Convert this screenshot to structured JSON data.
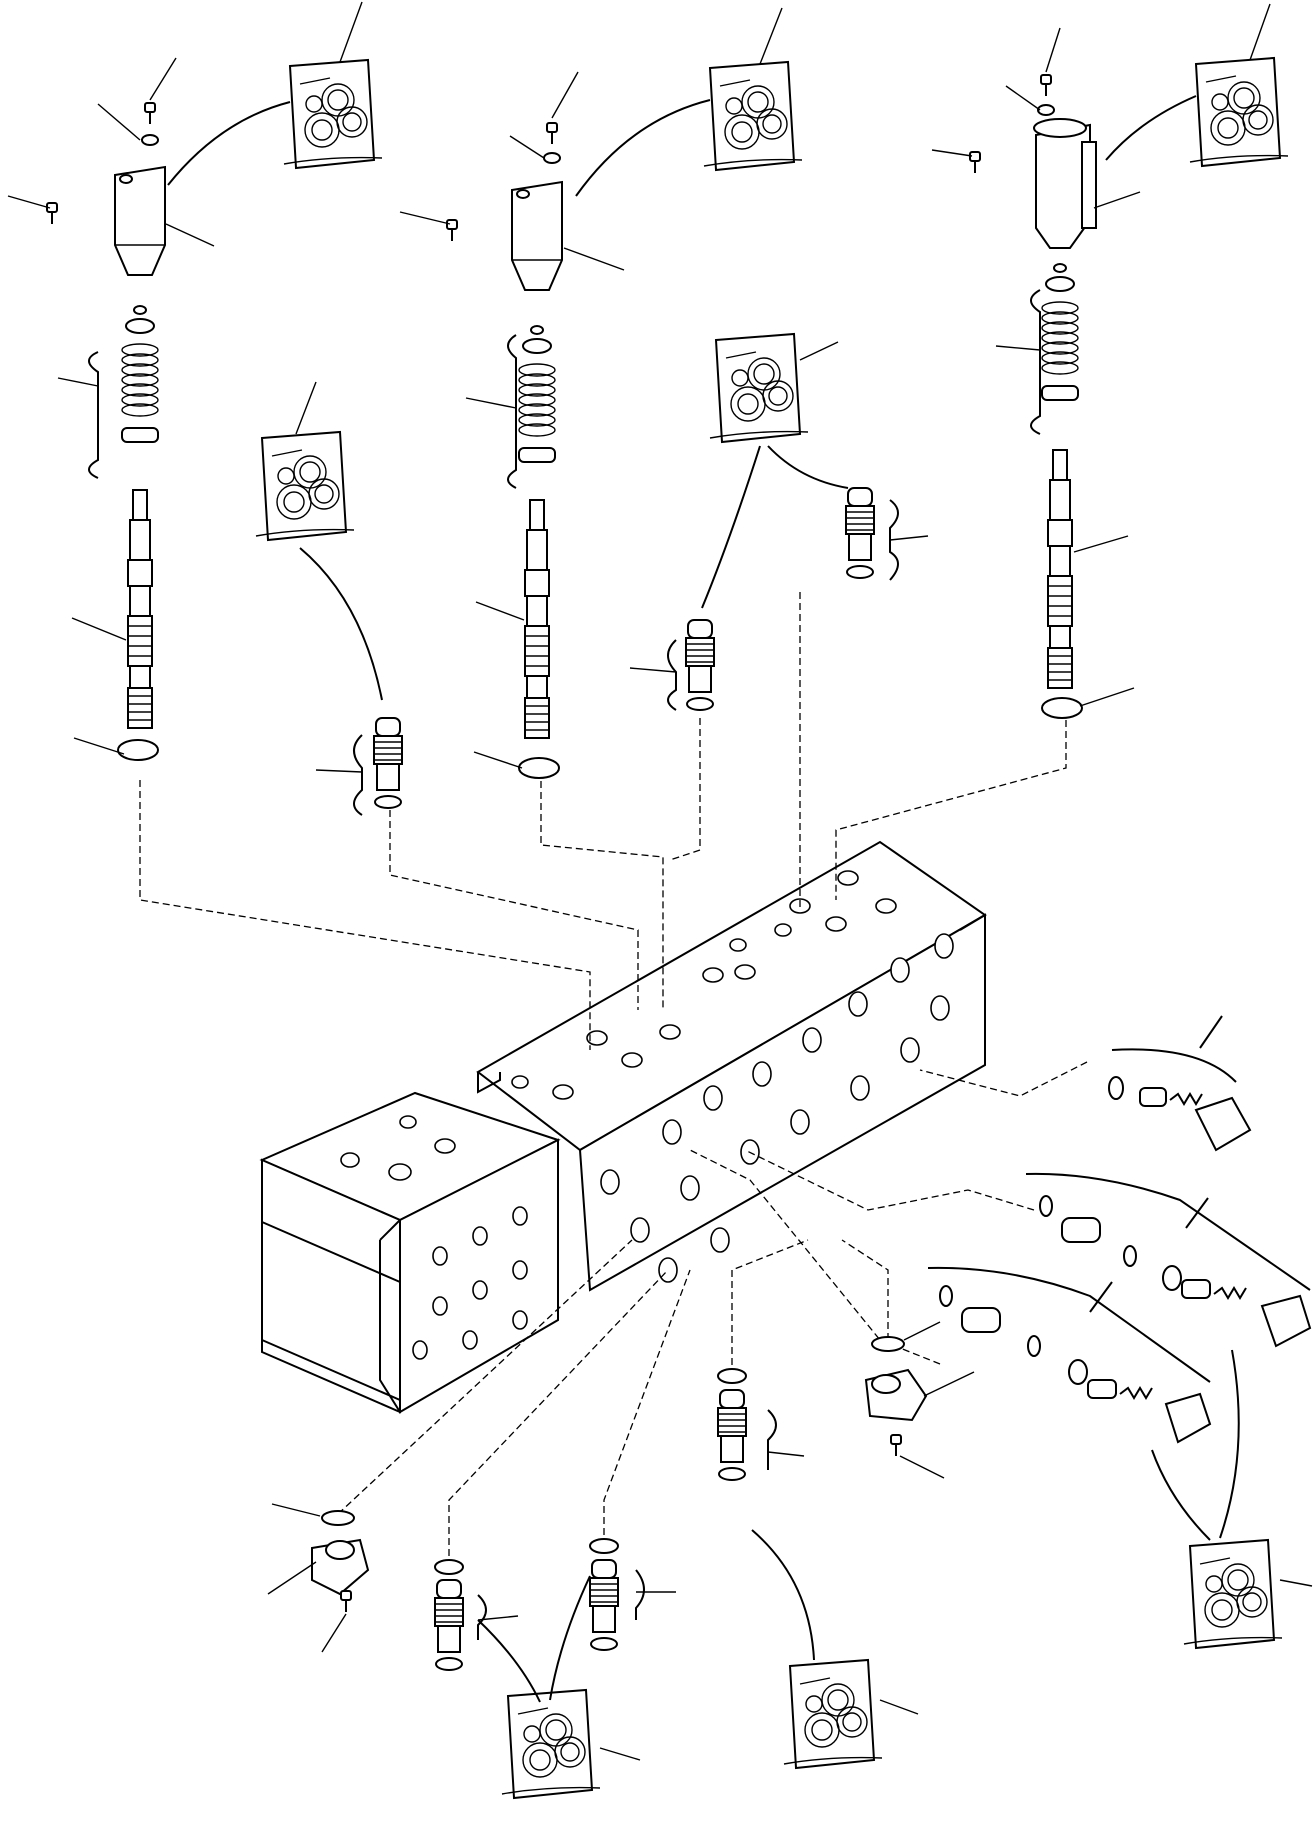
{
  "diagram": {
    "kind": "exploded-parts-view",
    "components": [
      "control-valve-block",
      "spool-assembly-left",
      "spool-assembly-center",
      "spool-assembly-right",
      "relief-valve",
      "plug-assembly",
      "seal-kit-icon"
    ],
    "colors": {
      "ink": "#000000",
      "paper": "#ffffff"
    }
  }
}
